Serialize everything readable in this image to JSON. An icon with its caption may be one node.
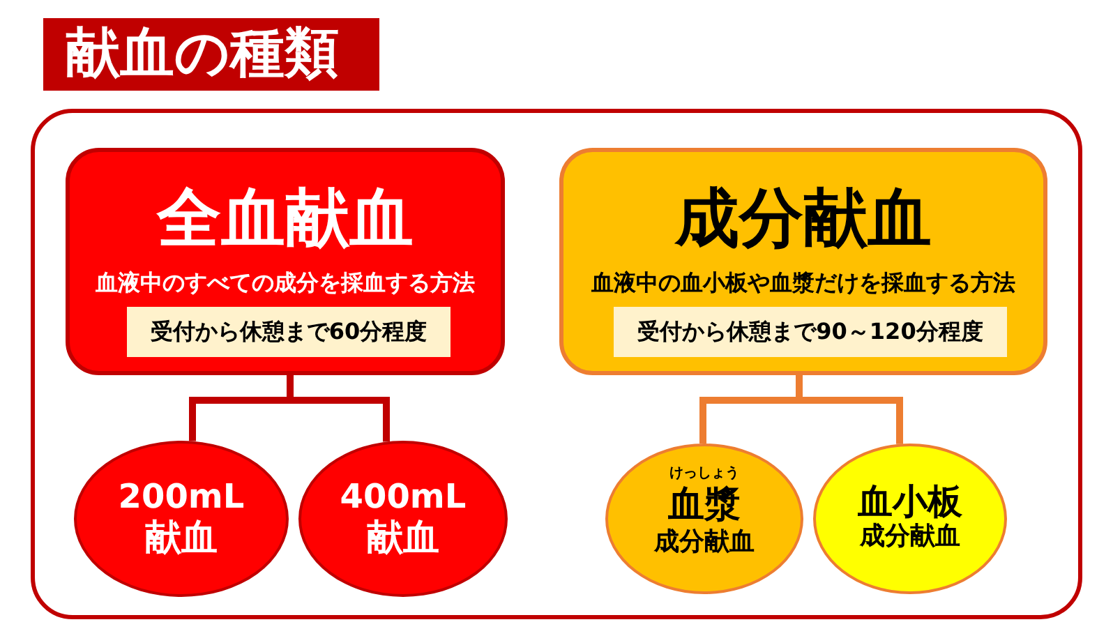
{
  "diagram": {
    "title": "献血の種類",
    "nodes": [
      {
        "text": [],
        "shape": "box"
      },
      {
        "text": [
          "全血献血",
          "血液中のすべての成分を採血する方法"
        ],
        "in": 0
      },
      {
        "text": [
          "受付から休憩まで60分程度"
        ],
        "in": 1
      },
      {
        "text": [
          "成分献血",
          "血液中の血小板や血漿だけを採血する方法"
        ],
        "in": 0
      },
      {
        "text": [
          "受付から休憩まで90～120分程度"
        ],
        "in": 3
      },
      {
        "text": [
          "200mL",
          "献血"
        ],
        "in": 0
      },
      {
        "text": [
          "400mL",
          "献血"
        ],
        "in": 0
      },
      {
        "text": [
          "けっしょう",
          "血漿",
          "成分献血"
        ],
        "in": 0
      },
      {
        "text": [
          "血小板",
          "成分献血"
        ],
        "in": 0
      }
    ],
    "edges": [
      {
        "from": 1,
        "to": 5,
        "arrow": "none",
        "color": "#c00000"
      },
      {
        "from": 1,
        "to": 6,
        "arrow": "none",
        "color": "#c00000"
      },
      {
        "from": 3,
        "to": 7,
        "arrow": "none",
        "color": "#ed7d31"
      },
      {
        "from": 3,
        "to": 8,
        "arrow": "none",
        "color": "#ed7d31"
      }
    ]
  }
}
